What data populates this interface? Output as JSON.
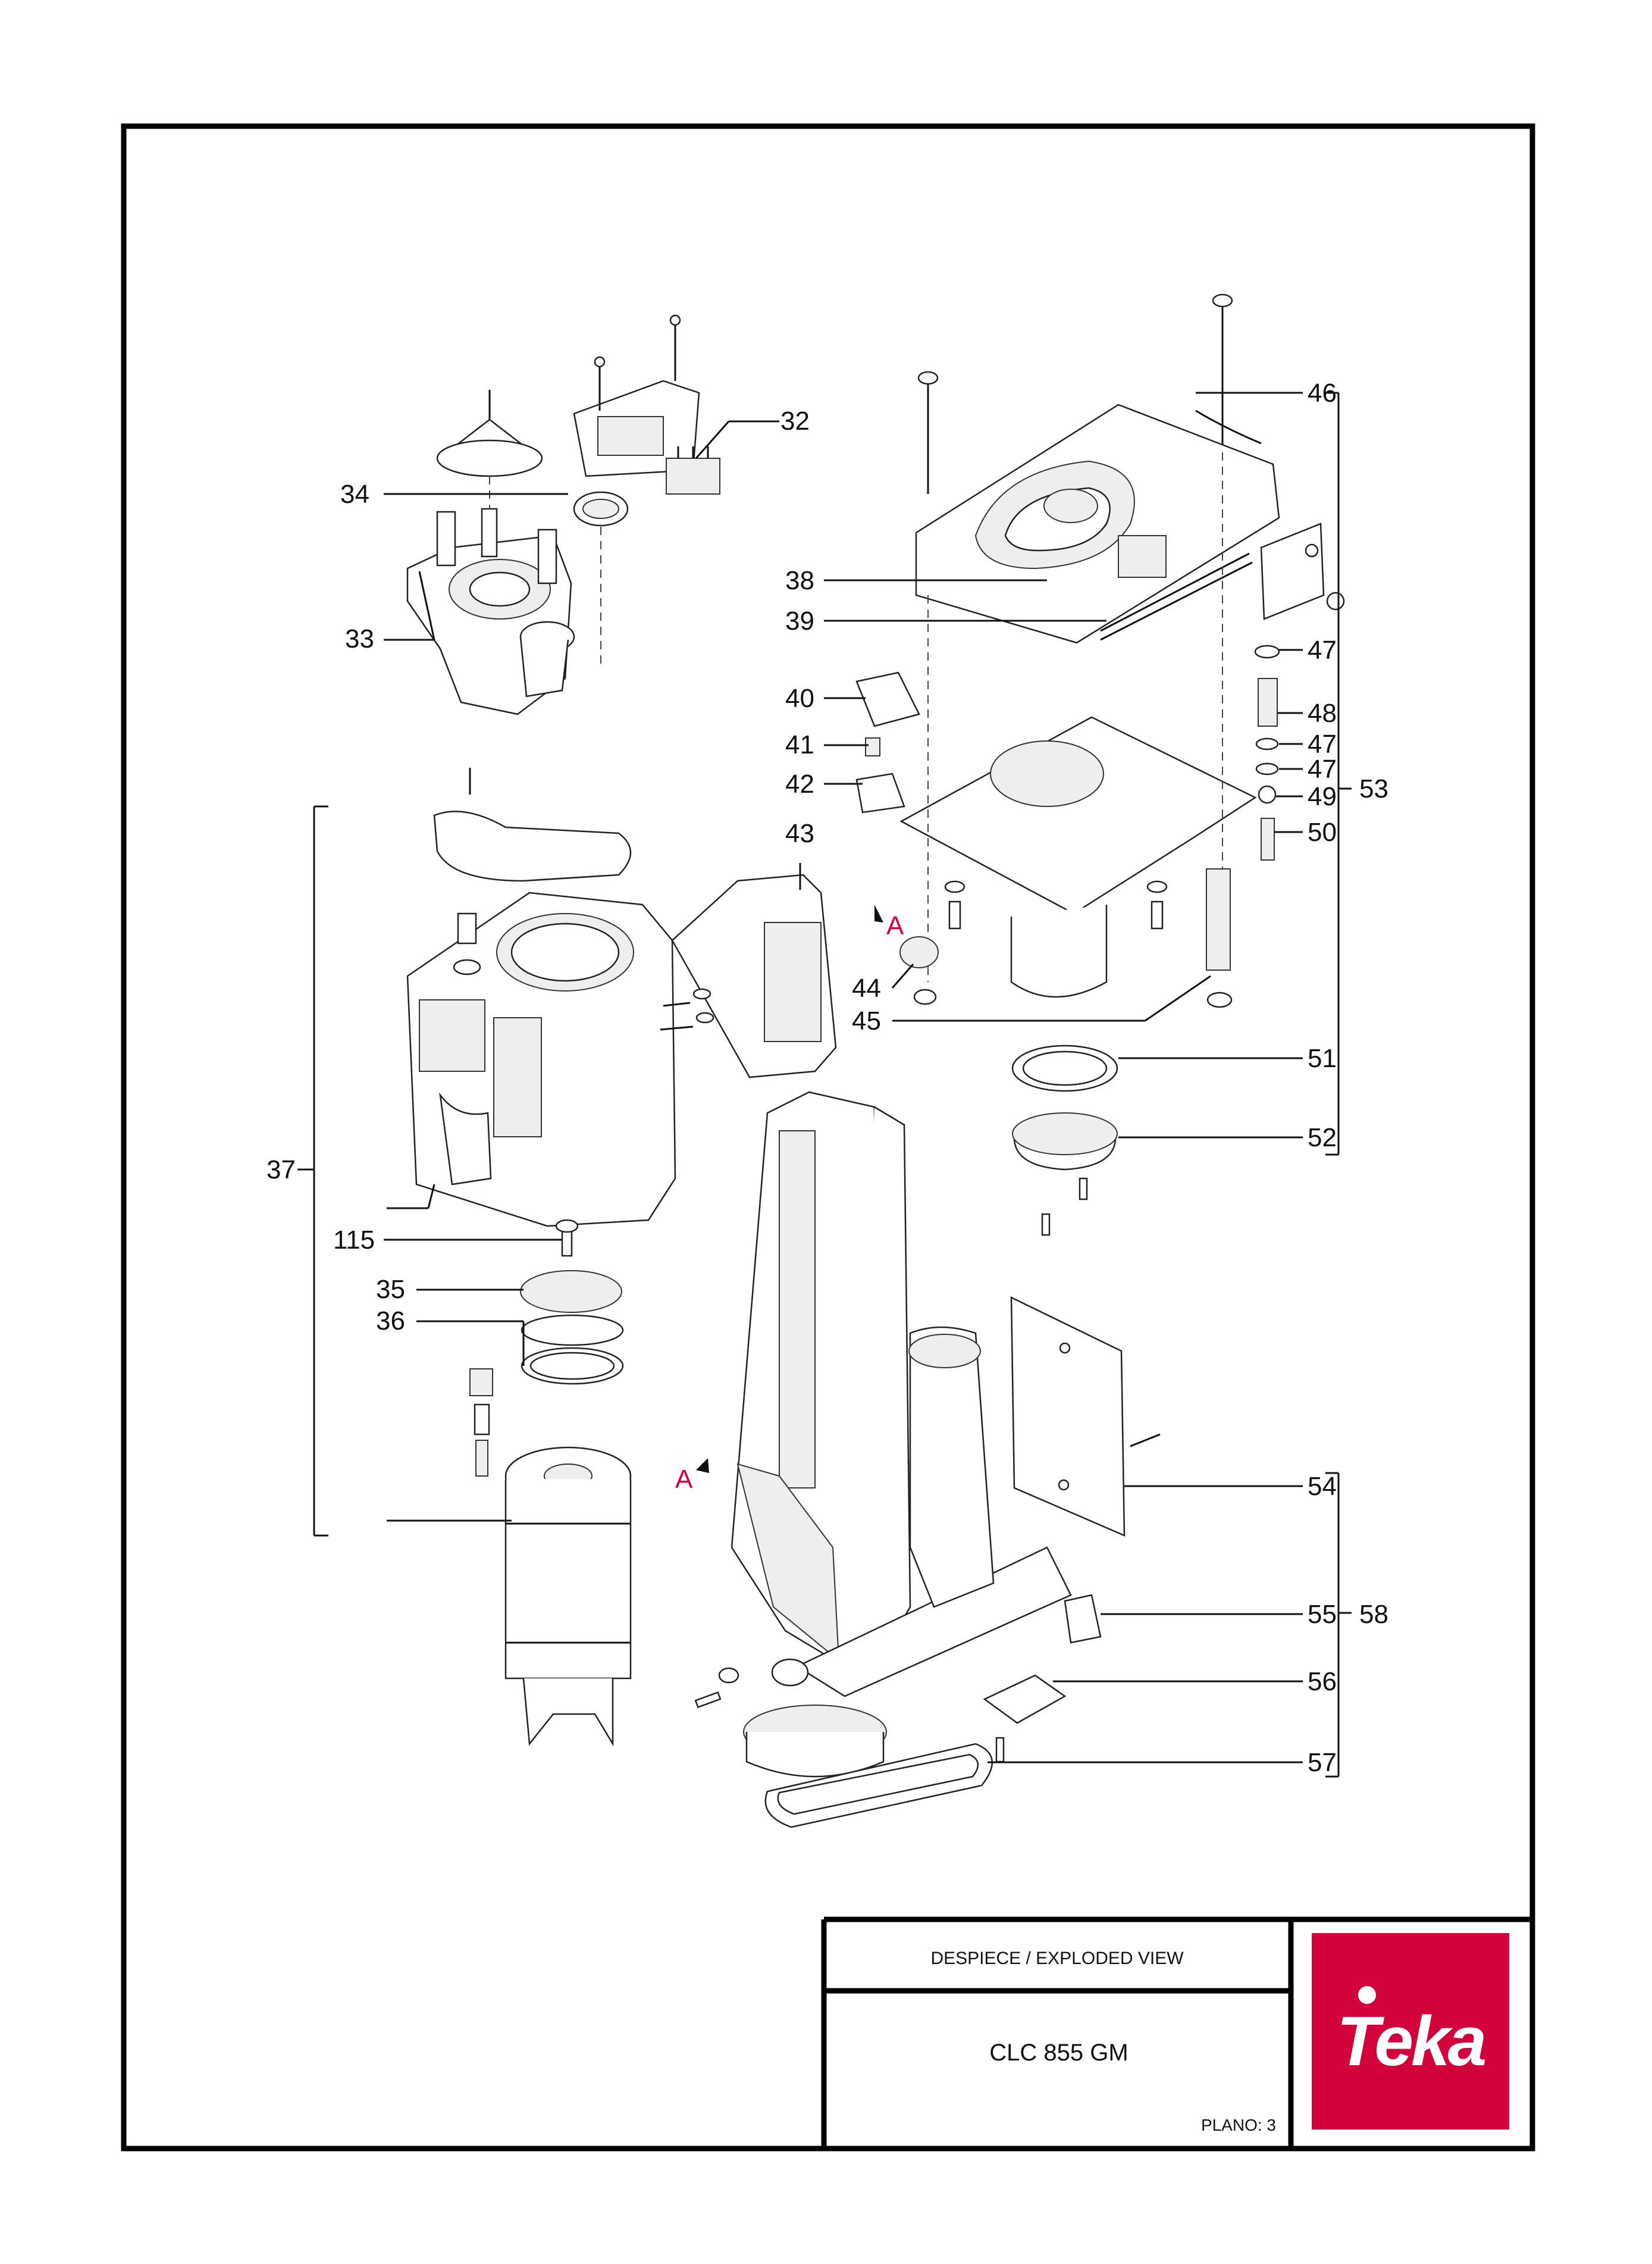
{
  "title_block": {
    "heading": "DESPIECE / EXPLODED VIEW",
    "model": "CLC 855 GM",
    "sheet": "PLANO: 3"
  },
  "logo": {
    "brand_text": "Teka",
    "background": "#d1033a",
    "foreground": "#ffffff"
  },
  "callouts": {
    "c32": "32",
    "c33": "33",
    "c34": "34",
    "c35": "35",
    "c36": "36",
    "c37": "37",
    "c38": "38",
    "c39": "39",
    "c40": "40",
    "c41": "41",
    "c42": "42",
    "c43": "43",
    "c44": "44",
    "c45": "45",
    "c46": "46",
    "c47a": "47",
    "c47b": "47",
    "c47c": "47",
    "c48": "48",
    "c49": "49",
    "c50": "50",
    "c51": "51",
    "c52": "52",
    "c53": "53",
    "c54": "54",
    "c55": "55",
    "c56": "56",
    "c57": "57",
    "c58": "58",
    "c115": "115"
  },
  "section_markers": {
    "a1": "A",
    "a2": "A"
  },
  "colors": {
    "accent_red": "#d1033a",
    "line": "#111111"
  }
}
